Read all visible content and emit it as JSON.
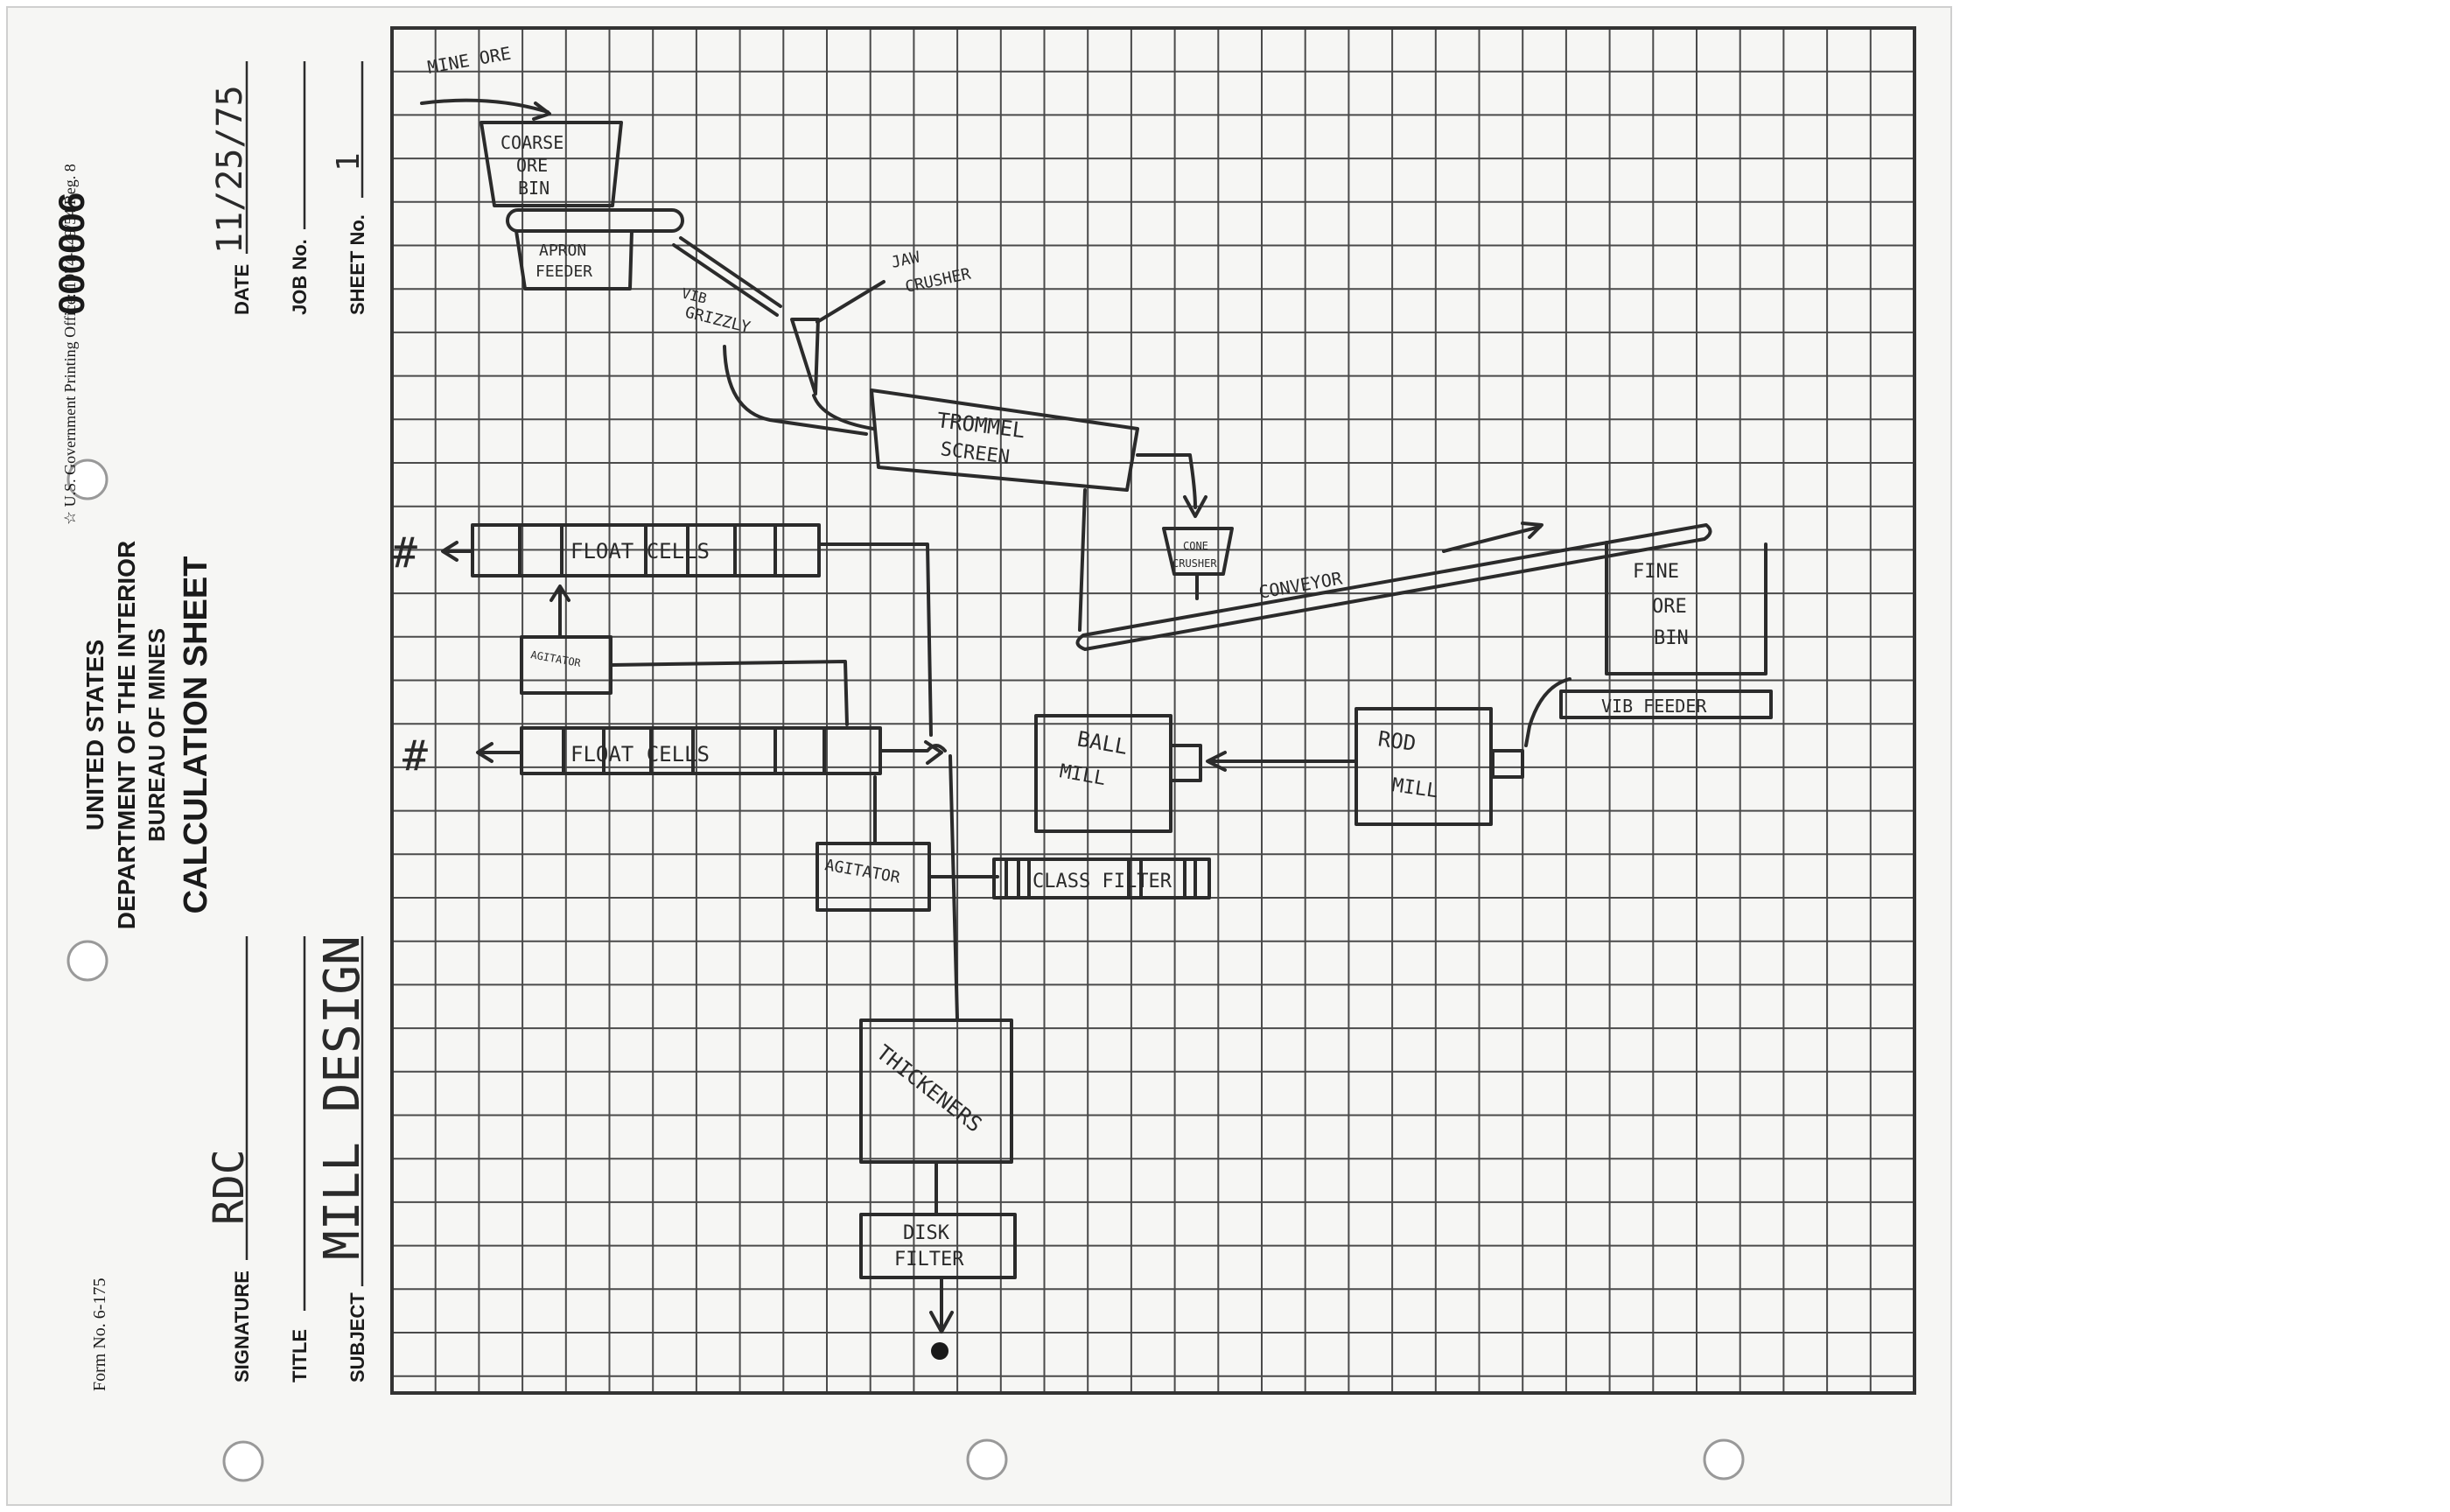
{
  "form": {
    "form_no": "Form No. 6-175",
    "gov_printing": "☆ U.S. Government Printing Office: 1974-449/54 Reg. 8",
    "serial": "000006"
  },
  "header": {
    "agency1": "UNITED STATES",
    "agency2": "DEPARTMENT OF THE INTERIOR",
    "agency3": "BUREAU OF MINES",
    "sheet_title": "CALCULATION SHEET",
    "date_label": "DATE",
    "date_value": "11/25/75",
    "job_label": "JOB No.",
    "sheet_label": "SHEET No.",
    "sheet_value": "1",
    "signature_label": "SIGNATURE",
    "signature_value": "RDC",
    "title_label": "TITLE",
    "subject_label": "SUBJECT",
    "subject_value": "MILL DESIGN"
  },
  "diagram": {
    "mine_ore": "MINE ORE",
    "coarse_bin": [
      "COARSE",
      "ORE",
      "BIN"
    ],
    "apron_feeder": [
      "APRON",
      "FEEDER"
    ],
    "vib_grizzly": [
      "VIB",
      "GRIZZLY"
    ],
    "jaw_crusher": [
      "JAW",
      "CRUSHER"
    ],
    "trommel": [
      "TROMMEL",
      "SCREEN"
    ],
    "cone_crusher": [
      "CONE",
      "CRUSHER"
    ],
    "conveyor": "CONVEYOR",
    "fine_bin": [
      "FINE",
      "ORE",
      "BIN"
    ],
    "vib_feeder": "VIB FEEDER",
    "float_cells_1": "FLOAT CELLS",
    "float_cells_2": "FLOAT CELLS",
    "agitator_small": "AGITATOR",
    "agitator": "AGITATOR",
    "ball_mill": [
      "BALL",
      "MILL"
    ],
    "rod_mill": [
      "ROD",
      "MILL"
    ],
    "class_filter": "CLASS FILTER",
    "thickeners": "THICKENERS",
    "disk_filter": [
      "DISK",
      "FILTER"
    ],
    "product_mark": "#"
  }
}
